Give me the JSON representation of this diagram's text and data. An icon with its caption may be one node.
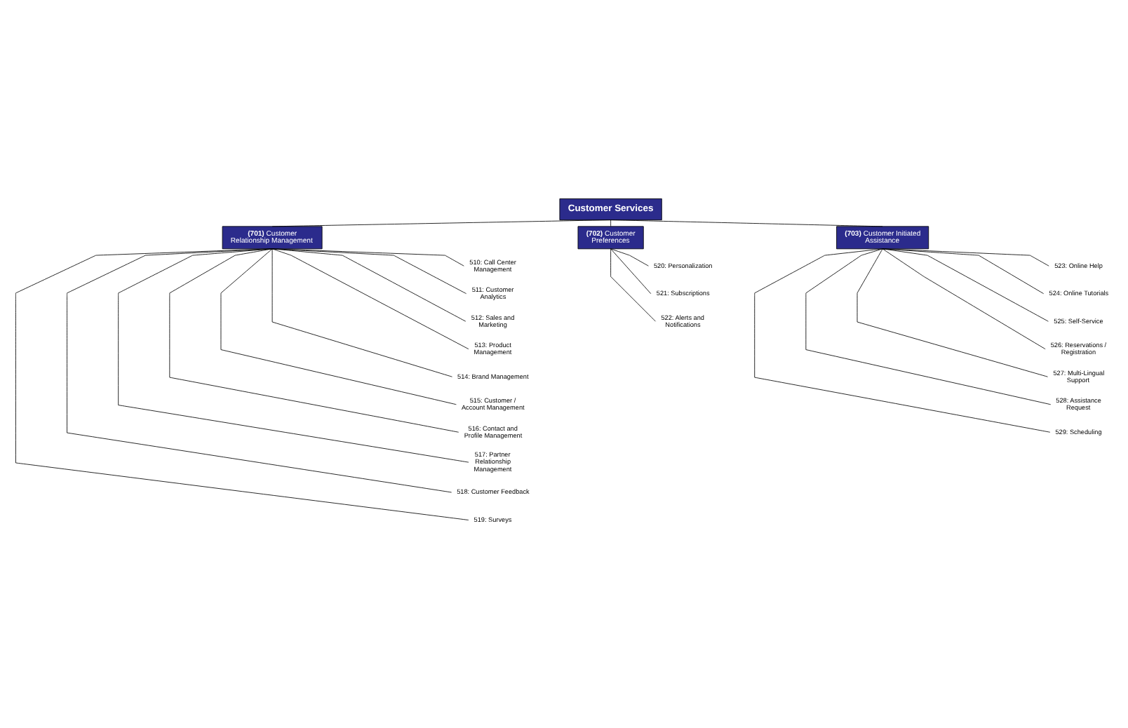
{
  "diagram": {
    "nodes": [
      {
        "text": [
          "Customer Services"
        ]
      },
      {
        "text": [
          "**(701)** Customer Relationship Management"
        ]
      },
      {
        "text": [
          "**(702)** Customer Preferences"
        ]
      },
      {
        "text": [
          "**(703)** Customer Initiated Assistance"
        ]
      },
      {
        "text": [
          "510: Call Center Management"
        ]
      },
      {
        "text": [
          "511: Customer Analytics"
        ]
      },
      {
        "text": [
          "512: Sales and Marketing"
        ]
      },
      {
        "text": [
          "513: Product Management"
        ]
      },
      {
        "text": [
          "514: Brand Management"
        ]
      },
      {
        "text": [
          "515: Customer / Account Management"
        ]
      },
      {
        "text": [
          "516: Contact and Profile Management"
        ]
      },
      {
        "text": [
          "517: Partner Relationship Management"
        ]
      },
      {
        "text": [
          "518: Customer Feedback"
        ]
      },
      {
        "text": [
          "519: Surveys"
        ]
      },
      {
        "text": [
          "520: Personalization"
        ]
      },
      {
        "text": [
          "521: Subscriptions"
        ]
      },
      {
        "text": [
          "522: Alerts and Notifications"
        ]
      },
      {
        "text": [
          "523: Online Help"
        ]
      },
      {
        "text": [
          "524: Online Tutorials"
        ]
      },
      {
        "text": [
          "525: Self-Service"
        ]
      },
      {
        "text": [
          "526: Reservations / Registration"
        ]
      },
      {
        "text": [
          "527: Multi-Lingual Support"
        ]
      },
      {
        "text": [
          "528: Assistance Request"
        ]
      },
      {
        "text": [
          "529: Scheduling"
        ]
      }
    ],
    "edges": [
      {
        "from": 0,
        "to": 1,
        "arrow": "none"
      },
      {
        "from": 0,
        "to": 2,
        "arrow": "none"
      },
      {
        "from": 0,
        "to": 3,
        "arrow": "none"
      },
      {
        "from": 1,
        "to": 4,
        "arrow": "none"
      },
      {
        "from": 1,
        "to": 5,
        "arrow": "none"
      },
      {
        "from": 1,
        "to": 6,
        "arrow": "none"
      },
      {
        "from": 1,
        "to": 7,
        "arrow": "none"
      },
      {
        "from": 1,
        "to": 8,
        "arrow": "none"
      },
      {
        "from": 1,
        "to": 9,
        "arrow": "none"
      },
      {
        "from": 1,
        "to": 10,
        "arrow": "none"
      },
      {
        "from": 1,
        "to": 11,
        "arrow": "none"
      },
      {
        "from": 1,
        "to": 12,
        "arrow": "none"
      },
      {
        "from": 1,
        "to": 13,
        "arrow": "none"
      },
      {
        "from": 2,
        "to": 14,
        "arrow": "none"
      },
      {
        "from": 2,
        "to": 15,
        "arrow": "none"
      },
      {
        "from": 2,
        "to": 16,
        "arrow": "none"
      },
      {
        "from": 3,
        "to": 17,
        "arrow": "none"
      },
      {
        "from": 3,
        "to": 18,
        "arrow": "none"
      },
      {
        "from": 3,
        "to": 19,
        "arrow": "none"
      },
      {
        "from": 3,
        "to": 20,
        "arrow": "none"
      },
      {
        "from": 3,
        "to": 21,
        "arrow": "none"
      },
      {
        "from": 3,
        "to": 22,
        "arrow": "none"
      },
      {
        "from": 3,
        "to": 23,
        "arrow": "none"
      }
    ]
  }
}
